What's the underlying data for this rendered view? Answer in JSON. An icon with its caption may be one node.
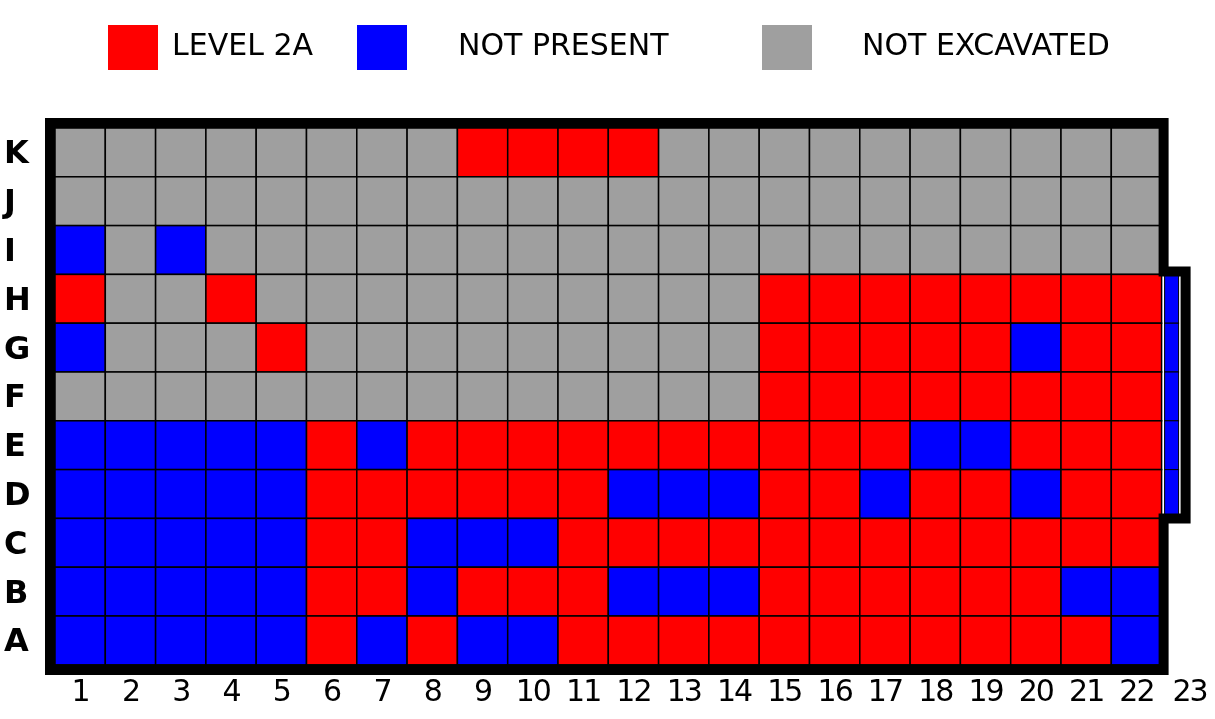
{
  "diagram": {
    "labels": [
      "K",
      "J",
      "I",
      "H",
      "G",
      "F",
      "E",
      "D",
      "C",
      "B",
      "A",
      "1",
      "2",
      "3",
      "4",
      "5",
      "6",
      "7",
      "8",
      "9",
      "10",
      "11",
      "12",
      "13",
      "14",
      "15",
      "16",
      "17",
      "18",
      "19",
      "20",
      "21",
      "22",
      "23"
    ],
    "legend": [
      {
        "text": "LEVEL 2A",
        "color": "#ff0000"
      },
      {
        "text": "NOT PRESENT",
        "color": "#0000ff"
      },
      {
        "text": "NOT EXCAVATED",
        "color": "#9f9f9f"
      }
    ]
  }
}
